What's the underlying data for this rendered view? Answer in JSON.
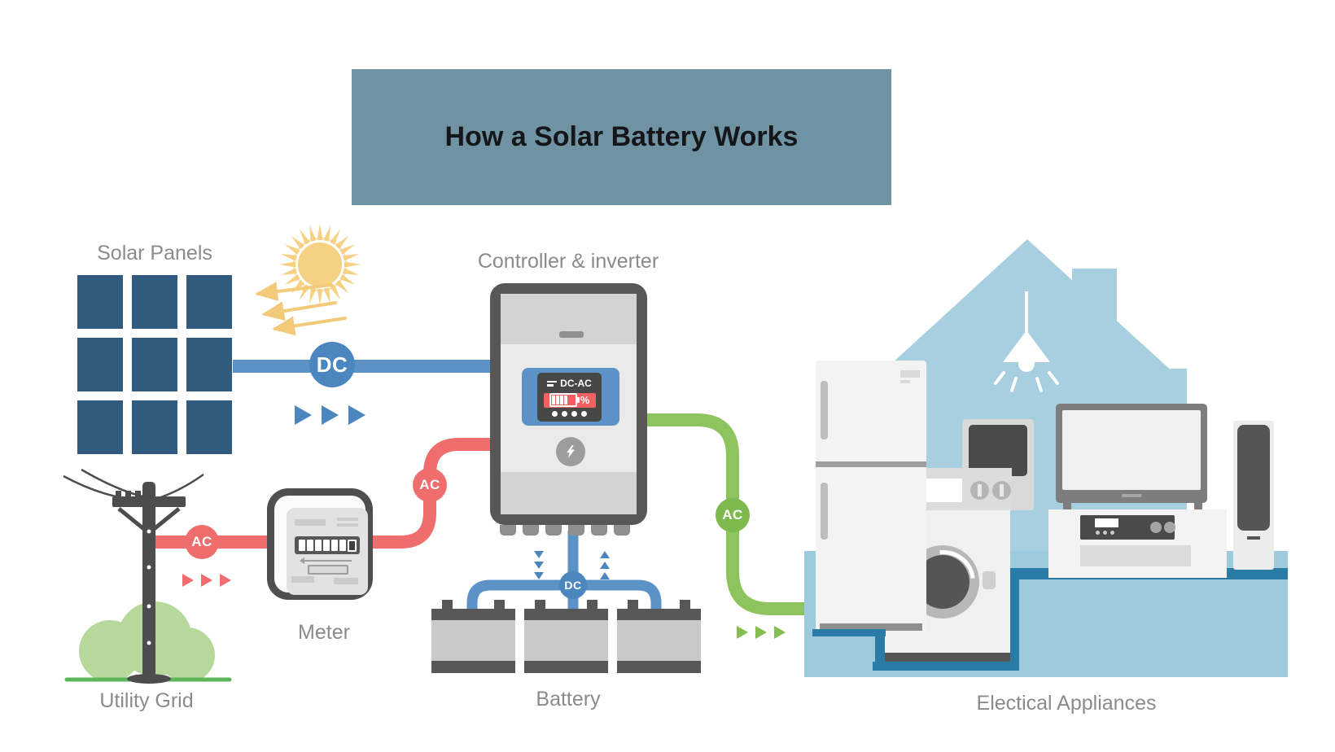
{
  "title": {
    "text": "How a Solar Battery Works"
  },
  "labels": {
    "solar_panels": "Solar Panels",
    "controller": "Controller & inverter",
    "meter": "Meter",
    "utility_grid": "Utility Grid",
    "battery": "Battery",
    "appliances": "Electical Appliances"
  },
  "badges": {
    "dc_solar": "DC",
    "dc_battery": "DC",
    "ac_grid": "AC",
    "ac_inverter": "AC",
    "ac_house": "AC"
  },
  "inverter_display": {
    "mode": "DC-AC",
    "percent_symbol": "%"
  },
  "colors": {
    "banner_bg": "#6f93a3",
    "dc_blue": "#4c86bf",
    "line_blue": "#5d92c7",
    "ac_red": "#f06d6d",
    "ac_green": "#8ec45e",
    "panel_blue": "#305a7e",
    "house_blue": "#a7cfe0",
    "floor_blue": "#9dcadc",
    "floor_accent_teal": "#2a7ca6",
    "sun_yellow": "#f6d083",
    "label_gray": "#8b8b8b"
  }
}
